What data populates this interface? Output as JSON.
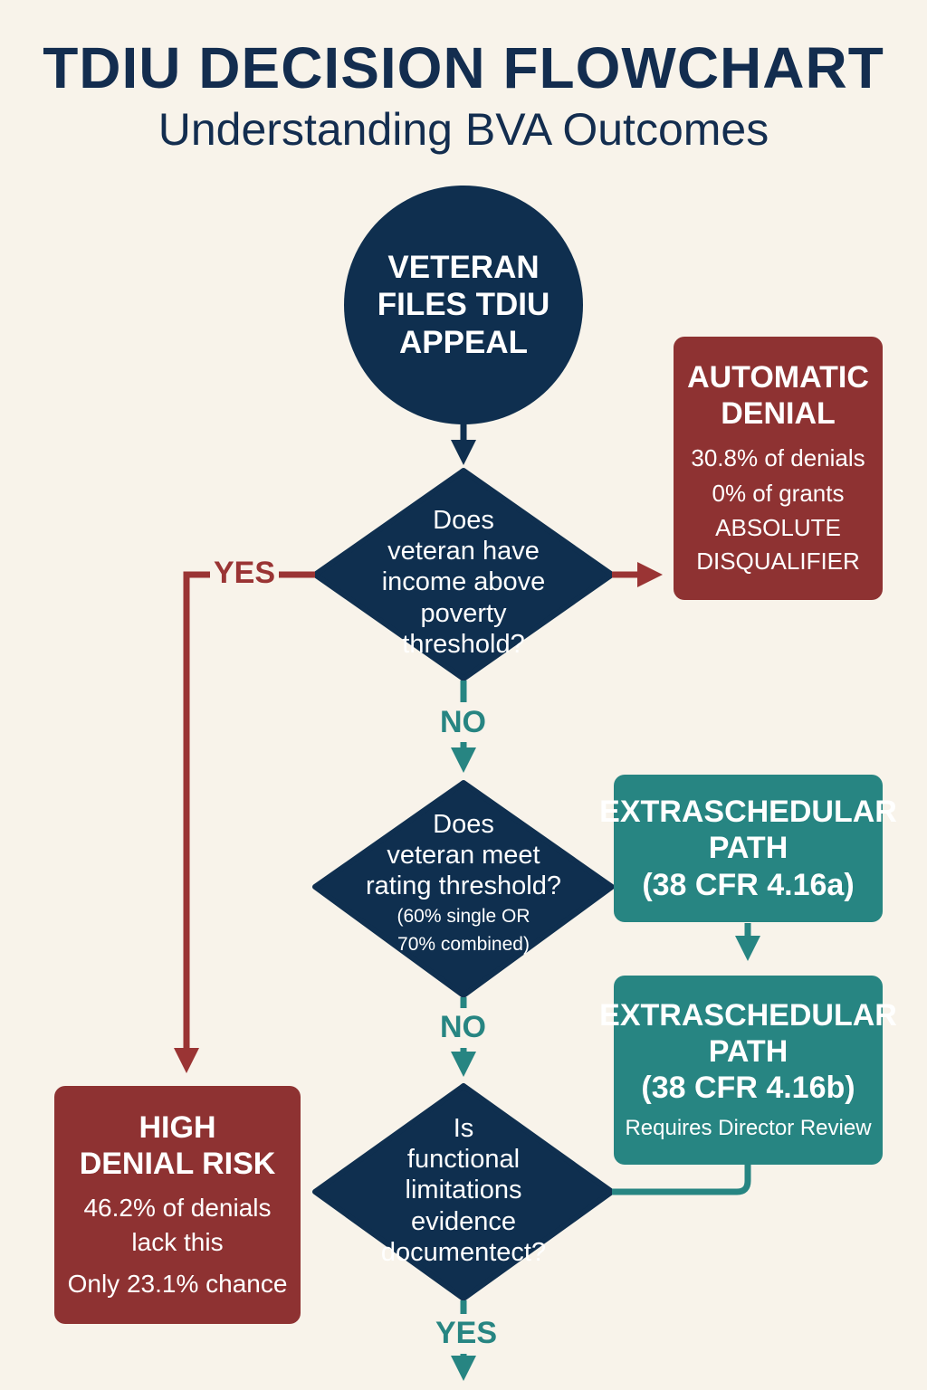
{
  "title": "TDIU DECISION FLOWCHART",
  "subtitle": "Understanding BVA Outcomes",
  "colors": {
    "navy": "#0f2f4f",
    "red": "#8e3232",
    "teal": "#278582",
    "background": "#f8f3ea"
  },
  "start": {
    "lines": [
      "VETERAN",
      "FILES TDIU",
      "APPEAL"
    ]
  },
  "decisions": [
    {
      "lines": [
        "Does",
        "veteran have",
        "income above",
        "poverty",
        "threshold?"
      ],
      "yes_label": "YES",
      "no_label": "NO"
    },
    {
      "lines": [
        "Does",
        "veteran meet",
        "rating threshold?"
      ],
      "note_lines": [
        "(60% single OR",
        "70% combined)"
      ],
      "no_label": "NO"
    },
    {
      "lines": [
        "Is",
        "functional",
        "limitations",
        "evidence",
        "documentect?"
      ],
      "yes_label": "YES"
    }
  ],
  "outcomes": {
    "automatic_denial": {
      "title_lines": [
        "AUTOMATIC",
        "DENIAL"
      ],
      "lines": [
        "30.8% of denials",
        "0% of grants",
        "ABSOLUTE",
        "DISQUALIFIER"
      ]
    },
    "extraschedular_a": {
      "title_lines": [
        "EXTRASCHEDULAR",
        "PATH",
        "(38 CFR 4.16a)"
      ]
    },
    "extraschedular_b": {
      "title_lines": [
        "EXTRASCHEDULAR",
        "PATH",
        "(38 CFR 4.16b)"
      ],
      "note": "Requires Director Review"
    },
    "high_denial_risk": {
      "title_lines": [
        "HIGH",
        "DENIAL RISK"
      ],
      "lines": [
        "46.2% of denials",
        "lack this"
      ],
      "note": "Only 23.1% chance"
    }
  }
}
